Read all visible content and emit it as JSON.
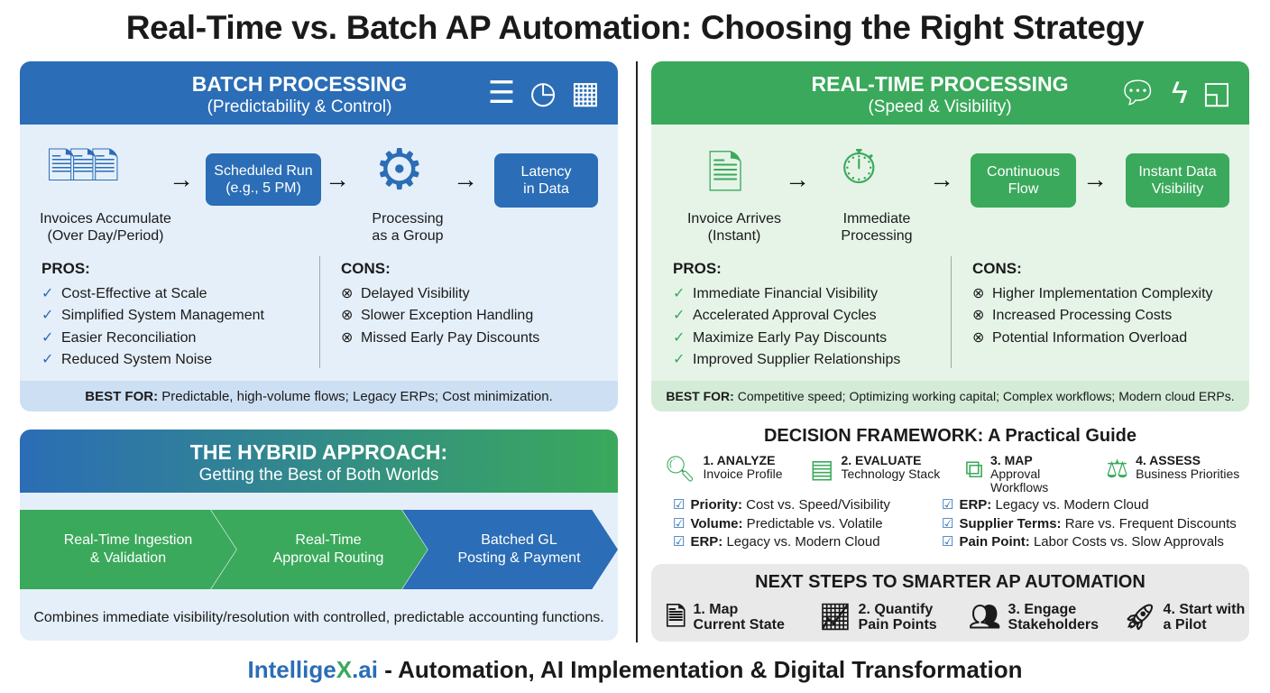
{
  "title": "Real-Time vs. Batch AP Automation: Choosing the Right Strategy",
  "batch": {
    "title": "BATCH PROCESSING",
    "subtitle": "(Predictability & Control)",
    "icons": [
      "stack-icon",
      "clock-icon",
      "calendar-icon"
    ],
    "flow": {
      "invoices": "Invoices Accumulate\n(Over Day/Period)",
      "scheduled": "Scheduled Run\n(e.g., 5 PM)",
      "processing": "Processing\nas a Group",
      "latency": "Latency\nin Data"
    },
    "pros_title": "PROS:",
    "pros": [
      "Cost-Effective at Scale",
      "Simplified System Management",
      "Easier Reconciliation",
      "Reduced System Noise"
    ],
    "cons_title": "CONS:",
    "cons": [
      "Delayed Visibility",
      "Slower Exception Handling",
      "Missed Early Pay Discounts"
    ],
    "best_label": "BEST FOR:",
    "best_text": " Predictable, high-volume flows; Legacy ERPs; Cost minimization."
  },
  "realtime": {
    "title": "REAL-TIME PROCESSING",
    "subtitle": "(Speed & Visibility)",
    "icons": [
      "chat-icon",
      "lightning-icon",
      "dashboard-icon"
    ],
    "flow": {
      "arrives": "Invoice Arrives\n(Instant)",
      "immediate": "Immediate\nProcessing",
      "continuous": "Continuous\nFlow",
      "visibility": "Instant Data\nVisibility"
    },
    "pros_title": "PROS:",
    "pros": [
      "Immediate Financial Visibility",
      "Accelerated Approval Cycles",
      "Maximize Early Pay Discounts",
      "Improved Supplier Relationships"
    ],
    "cons_title": "CONS:",
    "cons": [
      "Higher Implementation Complexity",
      "Increased Processing Costs",
      "Potential Information Overload"
    ],
    "best_label": "BEST FOR:",
    "best_text": " Competitive speed; Optimizing working capital; Complex workflows; Modern cloud ERPs."
  },
  "hybrid": {
    "title": "THE HYBRID APPROACH:",
    "subtitle": "Getting the Best of Both Worlds",
    "steps": [
      "Real-Time Ingestion\n& Validation",
      "Real-Time\nApproval Routing",
      "Batched GL\nPosting & Payment"
    ],
    "note": "Combines immediate visibility/resolution with controlled, predictable accounting functions."
  },
  "framework": {
    "title": "DECISION FRAMEWORK: A Practical Guide",
    "steps": [
      {
        "head": "1. ANALYZE",
        "sub": "Invoice Profile"
      },
      {
        "head": "2. EVALUATE",
        "sub": "Technology Stack"
      },
      {
        "head": "3. MAP",
        "sub": "Approval\nWorkflows"
      },
      {
        "head": "4. ASSESS",
        "sub": "Business Priorities"
      }
    ],
    "checks": [
      {
        "k": "Priority:",
        "v": " Cost vs. Speed/Visibility"
      },
      {
        "k": "Volume:",
        "v": " Predictable vs. Volatile"
      },
      {
        "k": "ERP:",
        "v": " Legacy vs. Modern Cloud"
      },
      {
        "k": "ERP:",
        "v": " Legacy vs. Modern Cloud"
      },
      {
        "k": "Supplier Terms:",
        "v": " Rare vs. Frequent Discounts"
      },
      {
        "k": "Pain Point:",
        "v": " Labor Costs vs. Slow Approvals"
      }
    ]
  },
  "next": {
    "title": "NEXT STEPS TO SMARTER AP AUTOMATION",
    "steps": [
      "1. Map\nCurrent State",
      "2. Quantify\nPain Points",
      "3. Engage\nStakeholders",
      "4. Start with\na Pilot"
    ]
  },
  "footer": {
    "brand_a": "Intellige",
    "brand_b": "X",
    "brand_c": ".ai",
    "tagline": " - Automation, AI Implementation & Digital Transformation"
  },
  "colors": {
    "blue": "#2b6db6",
    "green": "#3aa95b"
  }
}
